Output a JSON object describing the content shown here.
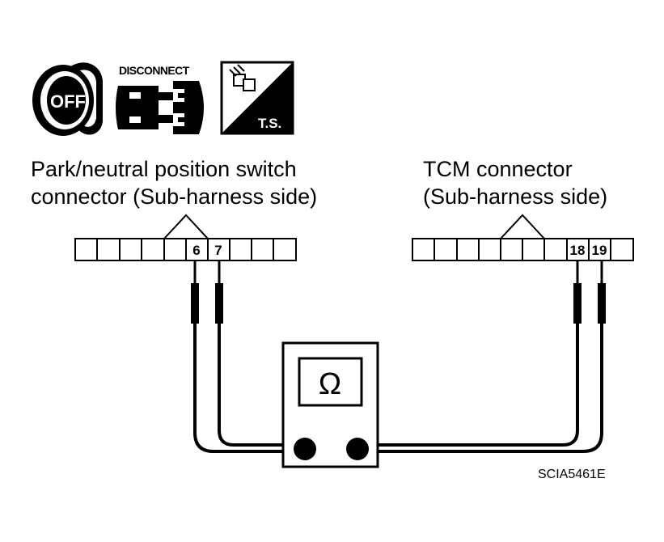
{
  "icons": {
    "ignition_label": "OFF",
    "disconnect_label": "DISCONNECT",
    "ts_label": "T.S."
  },
  "left_connector": {
    "title_line1": "Park/neutral position switch",
    "title_line2": "connector (Sub-harness side)",
    "cavities": 10,
    "pins": [
      "6",
      "7"
    ]
  },
  "right_connector": {
    "title_line1": "TCM connector",
    "title_line2": "(Sub-harness side)",
    "cavities": 10,
    "pins": [
      "18",
      "19"
    ]
  },
  "meter": {
    "symbol": "Ω"
  },
  "figure_code": "SCIA5461E"
}
